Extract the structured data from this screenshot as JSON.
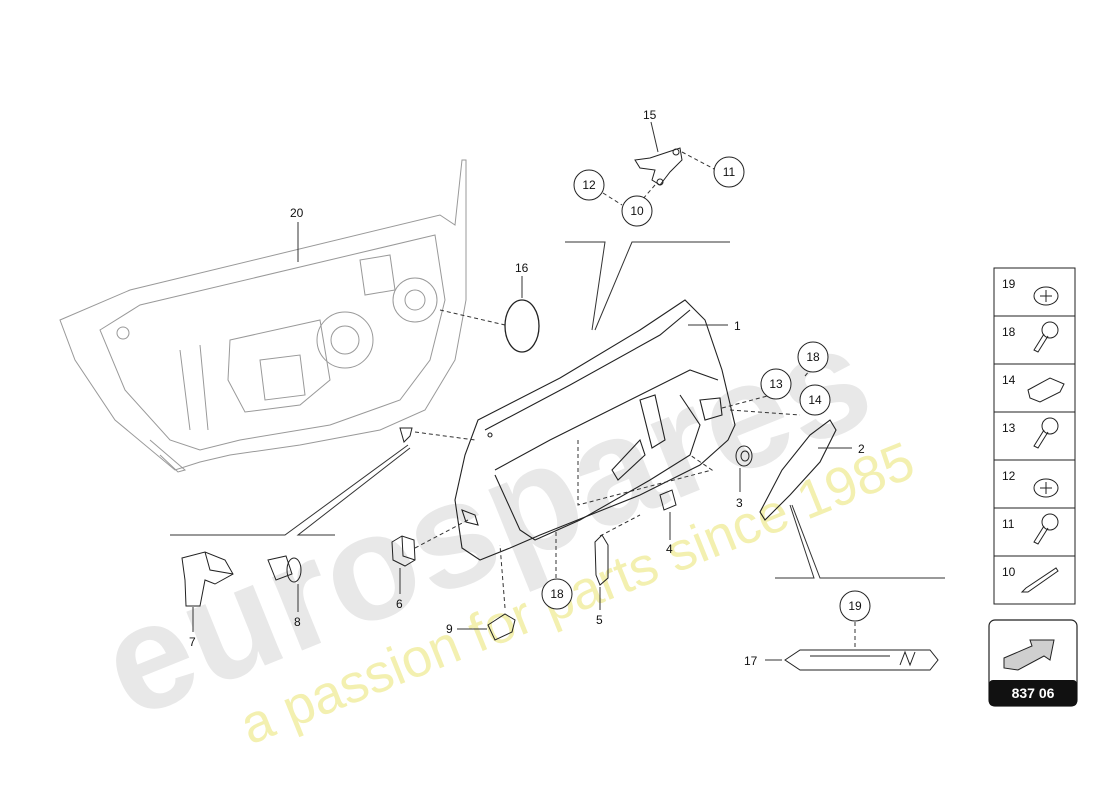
{
  "watermark": {
    "brand": "eurospares",
    "tagline": "a passion for parts since 1985"
  },
  "callouts": {
    "c10_top": "10",
    "c11_top": "11",
    "c12_top": "12",
    "c13_right": "13",
    "c14_right": "14",
    "c18_right": "18",
    "c18_bottom": "18",
    "c19_trim": "19"
  },
  "labels": {
    "l1": "1",
    "l2": "2",
    "l3": "3",
    "l4": "4",
    "l5": "5",
    "l6": "6",
    "l7": "7",
    "l8": "8",
    "l9": "9",
    "l15": "15",
    "l16": "16",
    "l17": "17",
    "l20": "20"
  },
  "legend": {
    "items": [
      "19",
      "18",
      "14",
      "13",
      "12",
      "11",
      "10"
    ]
  },
  "reference": {
    "code": "837 06"
  },
  "colors": {
    "line": "#333333",
    "watermark_gray": "#e6e6e6",
    "watermark_yellow": "#f3f0b0",
    "ref_bg": "#111111"
  }
}
